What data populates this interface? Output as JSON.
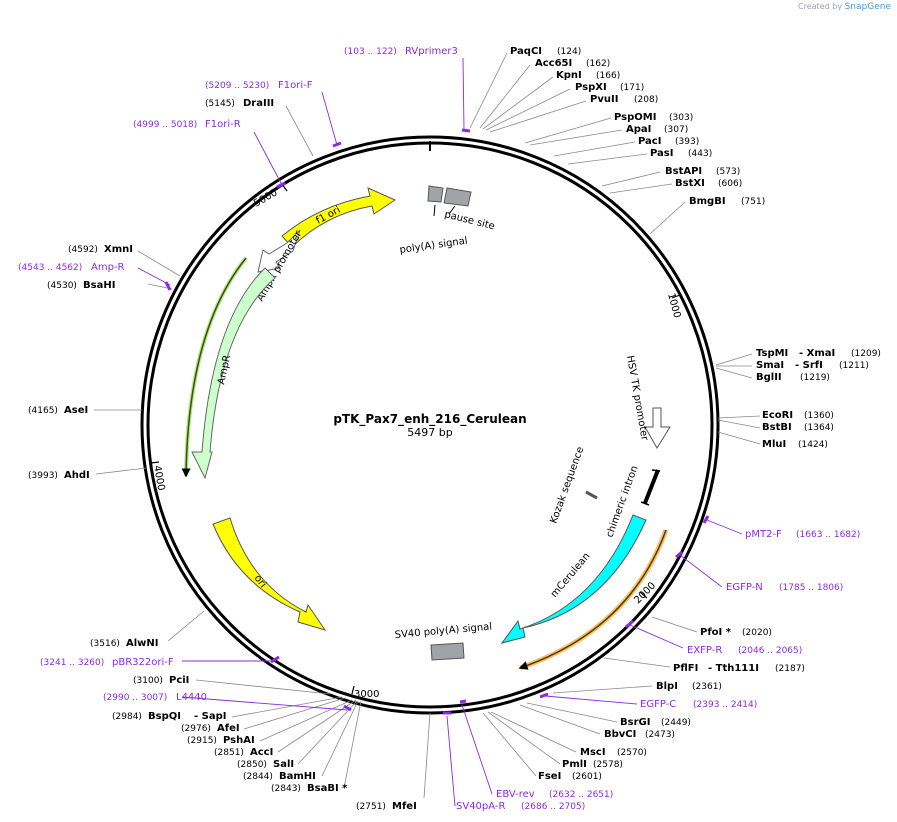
{
  "branding": {
    "created_by": "Created by",
    "app": "SnapGene"
  },
  "plasmid": {
    "name": "pTK_Pax7_enh_216_Cerulean",
    "length": "5497 bp"
  },
  "ticks": [
    "1000",
    "2000",
    "3000",
    "4000",
    "5000"
  ],
  "features": {
    "f1_ori": "f1 ori",
    "ampr_promoter": "AmpR promoter",
    "ampr": "AmpR",
    "ori": "ori",
    "polya_signal": "poly(A) signal",
    "pause_site": "pause site",
    "hsv_tk_promoter": "HSV TK promoter",
    "kozak_sequence": "Kozak sequence",
    "chimeric_intron": "chimeric intron",
    "mcerulean": "mCerulean",
    "sv40_polya": "SV40 poly(A) signal"
  },
  "enzymes_right": [
    {
      "name": "PaqCI",
      "pos": "(124)"
    },
    {
      "name": "Acc65I",
      "pos": "(162)"
    },
    {
      "name": "KpnI",
      "pos": "(166)"
    },
    {
      "name": "PspXI",
      "pos": "(171)"
    },
    {
      "name": "PvuII",
      "pos": "(208)"
    },
    {
      "name": "PspOMI",
      "pos": "(303)"
    },
    {
      "name": "ApaI",
      "pos": "(307)"
    },
    {
      "name": "PacI",
      "pos": "(393)"
    },
    {
      "name": "PasI",
      "pos": "(443)"
    },
    {
      "name": "BstAPI",
      "pos": "(573)"
    },
    {
      "name": "BstXI",
      "pos": "(606)"
    },
    {
      "name": "BmgBI",
      "pos": "(751)"
    },
    {
      "name": "TspMI",
      "name2": "- XmaI",
      "pos": "(1209)"
    },
    {
      "name": "SmaI",
      "name2": "- SrfI",
      "pos": "(1211)"
    },
    {
      "name": "BglII",
      "pos": "(1219)"
    },
    {
      "name": "EcoRI",
      "pos": "(1360)"
    },
    {
      "name": "BstBI",
      "pos": "(1364)"
    },
    {
      "name": "MluI",
      "pos": "(1424)"
    },
    {
      "name": "PfoI *",
      "pos": "(2020)"
    },
    {
      "name": "PflFI",
      "name2": "- Tth111I",
      "pos": "(2187)"
    },
    {
      "name": "BlpI",
      "pos": "(2361)"
    },
    {
      "name": "BsrGI",
      "pos": "(2449)"
    },
    {
      "name": "BbvCI",
      "pos": "(2473)"
    },
    {
      "name": "MscI",
      "pos": "(2570)"
    },
    {
      "name": "PmlI",
      "pos": "(2578)"
    },
    {
      "name": "FseI",
      "pos": "(2601)"
    }
  ],
  "enzymes_left": [
    {
      "name": "DraIII",
      "pos": "(5145)"
    },
    {
      "name": "XmnI",
      "pos": "(4592)"
    },
    {
      "name": "BsaHI",
      "pos": "(4530)"
    },
    {
      "name": "AseI",
      "pos": "(4165)"
    },
    {
      "name": "AhdI",
      "pos": "(3993)"
    },
    {
      "name": "AlwNI",
      "pos": "(3516)"
    },
    {
      "name": "PciI",
      "pos": "(3100)"
    },
    {
      "name": "BspQI",
      "name2": "- SapI",
      "pos": "(2984)"
    },
    {
      "name": "AfeI",
      "pos": "(2976)"
    },
    {
      "name": "PshAI",
      "pos": "(2915)"
    },
    {
      "name": "AccI",
      "pos": "(2851)"
    },
    {
      "name": "SalI",
      "pos": "(2850)"
    },
    {
      "name": "BamHI",
      "pos": "(2844)"
    },
    {
      "name": "BsaBI *",
      "pos": "(2843)"
    },
    {
      "name": "MfeI",
      "pos": "(2751)"
    }
  ],
  "primers": [
    {
      "name": "RVprimer3",
      "pos": "(103 .. 122)"
    },
    {
      "name": "F1ori-F",
      "pos": "(5209 .. 5230)"
    },
    {
      "name": "F1ori-R",
      "pos": "(4999 .. 5018)"
    },
    {
      "name": "Amp-R",
      "pos": "(4543 .. 4562)"
    },
    {
      "name": "pMT2-F",
      "pos": "(1663 .. 1682)"
    },
    {
      "name": "EGFP-N",
      "pos": "(1785 .. 1806)"
    },
    {
      "name": "EXFP-R",
      "pos": "(2046 .. 2065)"
    },
    {
      "name": "EGFP-C",
      "pos": "(2393 .. 2414)"
    },
    {
      "name": "EBV-rev",
      "pos": "(2632 .. 2651)"
    },
    {
      "name": "SV40pA-R",
      "pos": "(2686 .. 2705)"
    },
    {
      "name": "pBR322ori-F",
      "pos": "(3241 .. 3260)"
    },
    {
      "name": "L4440",
      "pos": "(2990 .. 3007)"
    }
  ],
  "colors": {
    "yellow": "#ffff00",
    "light_green": "#ccffcc",
    "cyan": "#00ffff",
    "grey": "#a0a4a8",
    "primer": "#8a2be2",
    "ring": "#000000"
  }
}
